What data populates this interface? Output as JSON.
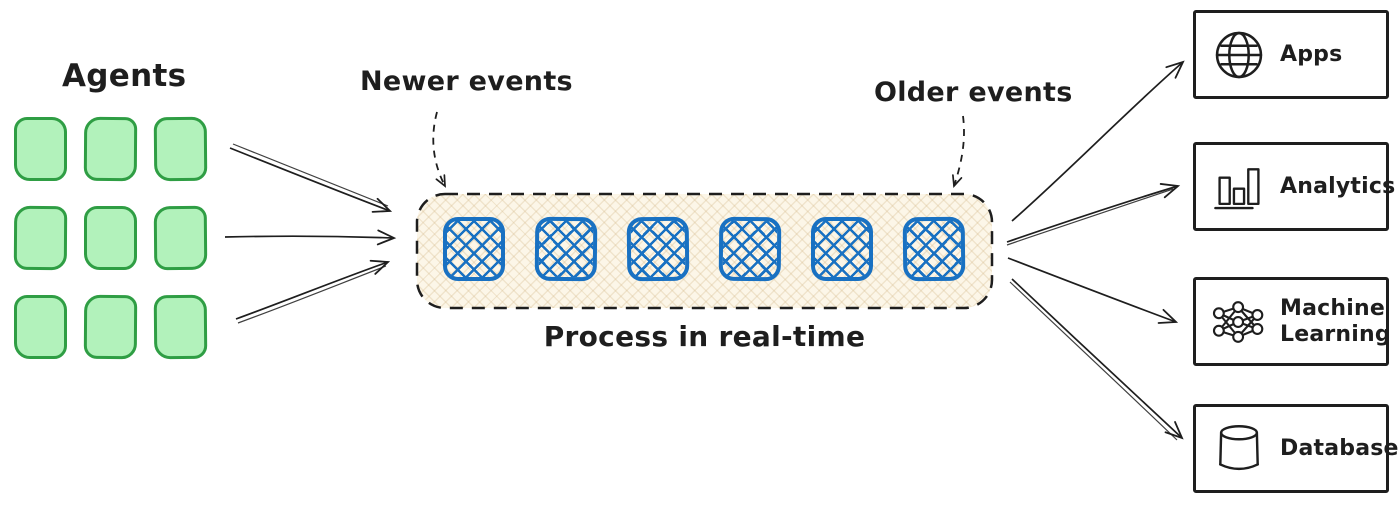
{
  "diagram": {
    "agents": {
      "label": "Agents",
      "count": 9,
      "columns": 3,
      "fill_color": "#b2f2bb",
      "border_color": "#2f9e44"
    },
    "stream": {
      "caption": "Process in real-time",
      "newer_label": "Newer events",
      "older_label": "Older events",
      "event_count": 6,
      "event_color": "#1971c2",
      "container_fill": "#fcf6e8"
    },
    "destinations": [
      {
        "label": "Apps",
        "icon": "globe-icon"
      },
      {
        "label": "Analytics",
        "icon": "bar-chart-icon"
      },
      {
        "label": "Machine Learning",
        "icon": "neural-network-icon"
      },
      {
        "label": "Database",
        "icon": "database-icon"
      }
    ],
    "ink_color": "#1e1e1e"
  }
}
